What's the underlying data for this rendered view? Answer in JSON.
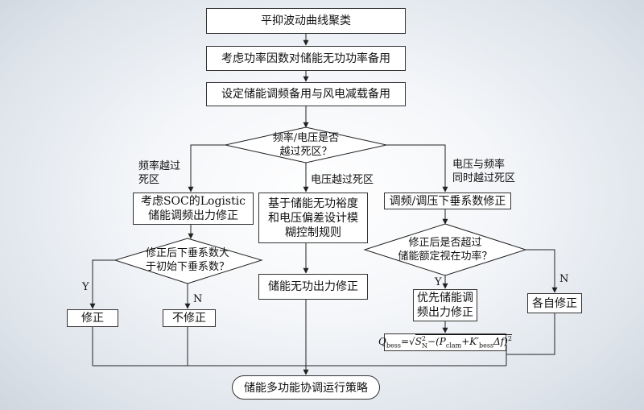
{
  "nodes": {
    "cluster": "平抑波动曲线聚类",
    "power_factor_reserve": "考虑功率因数对储能无功功率备用",
    "set_reserve": "设定储能调频备用与风电减载备用",
    "decision_main": [
      "频率/电压是否",
      "越过死区？"
    ],
    "soc_logistic": [
      "考虑SOC的Logistic",
      "储能调频出力修正"
    ],
    "fuzzy_control": [
      "基于储能无功裕度",
      "和电压偏差设计模",
      "糊控制规则"
    ],
    "droop_correction": "调频/调压下垂系数修正",
    "decision_droop": [
      "修正后下垂系数大",
      "于初始下垂系数？"
    ],
    "reactive_output_correction": "储能无功出力修正",
    "decision_apparent": [
      "修正后是否超过",
      "储能额定视在功率？"
    ],
    "correct": "修正",
    "no_correct": "不修正",
    "priority_correction": [
      "优先储能调",
      "频出力修正"
    ],
    "individual_correction": "各自修正",
    "formula": "Q_bess = sqrt(S_N^2 - (P_clam + K'_bess Δf)^2)",
    "final_strategy": "储能多功能协调运行策略"
  },
  "edge_labels": {
    "freq_cross": [
      "频率越过",
      "死区"
    ],
    "volt_cross": "电压越过死区",
    "both_cross": [
      "电压与频率",
      "同时越过死区"
    ],
    "yes_left": "Y",
    "no_left": "N",
    "yes_right": "Y",
    "no_right": "N"
  }
}
